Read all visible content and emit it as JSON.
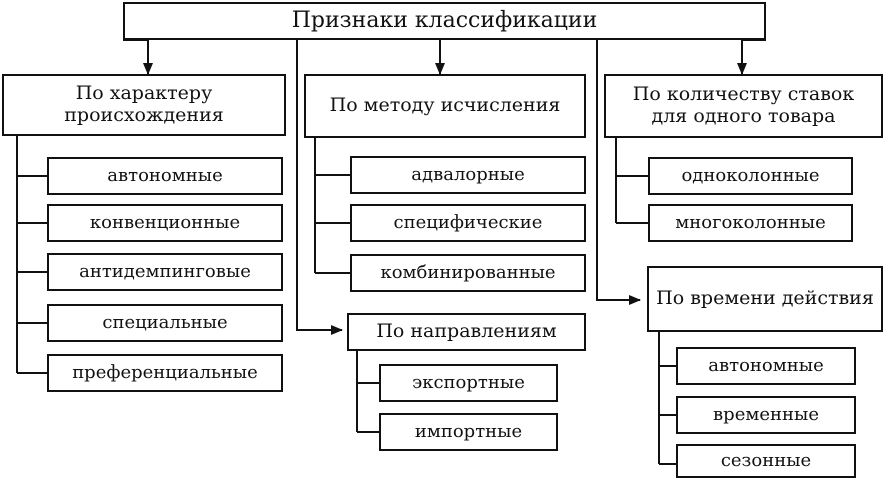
{
  "root": "Признаки классификации",
  "groups": [
    {
      "title": "По характеру происхождения",
      "items": [
        "автономные",
        "конвенционные",
        "антидемпинговые",
        "специальные",
        "преференциальные"
      ]
    },
    {
      "title": "По методу исчисления",
      "items": [
        "адвалорные",
        "специфические",
        "комбинированные"
      ]
    },
    {
      "title": "По направлениям",
      "items": [
        "экспортные",
        "импортные"
      ]
    },
    {
      "title": "По количеству ставок для одного товара",
      "items": [
        "одноколонные",
        "многоколонные"
      ]
    },
    {
      "title": "По времени действия",
      "items": [
        "автономные",
        "временные",
        "сезонные"
      ]
    }
  ]
}
